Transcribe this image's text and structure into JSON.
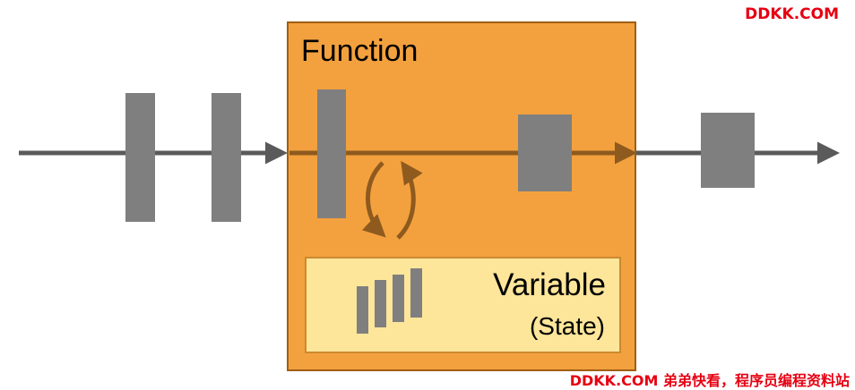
{
  "watermark": {
    "top": "DDKK.COM",
    "bottom": "DDKK.COM 弟弟快看，程序员编程资料站"
  },
  "function_box": {
    "title": "Function"
  },
  "variable_box": {
    "title": "Variable",
    "subtitle": "(State)"
  },
  "colors": {
    "line": "#5a5a5a",
    "function_fill": "#f3a13e",
    "function_border": "#a05e13",
    "inner_line": "#8e5a1e",
    "block": "#7f7f7f",
    "variable_fill": "#fde59a",
    "variable_border": "#cc8a30",
    "cycle_arrow": "#8e5a1e",
    "watermark": "#e60012"
  }
}
